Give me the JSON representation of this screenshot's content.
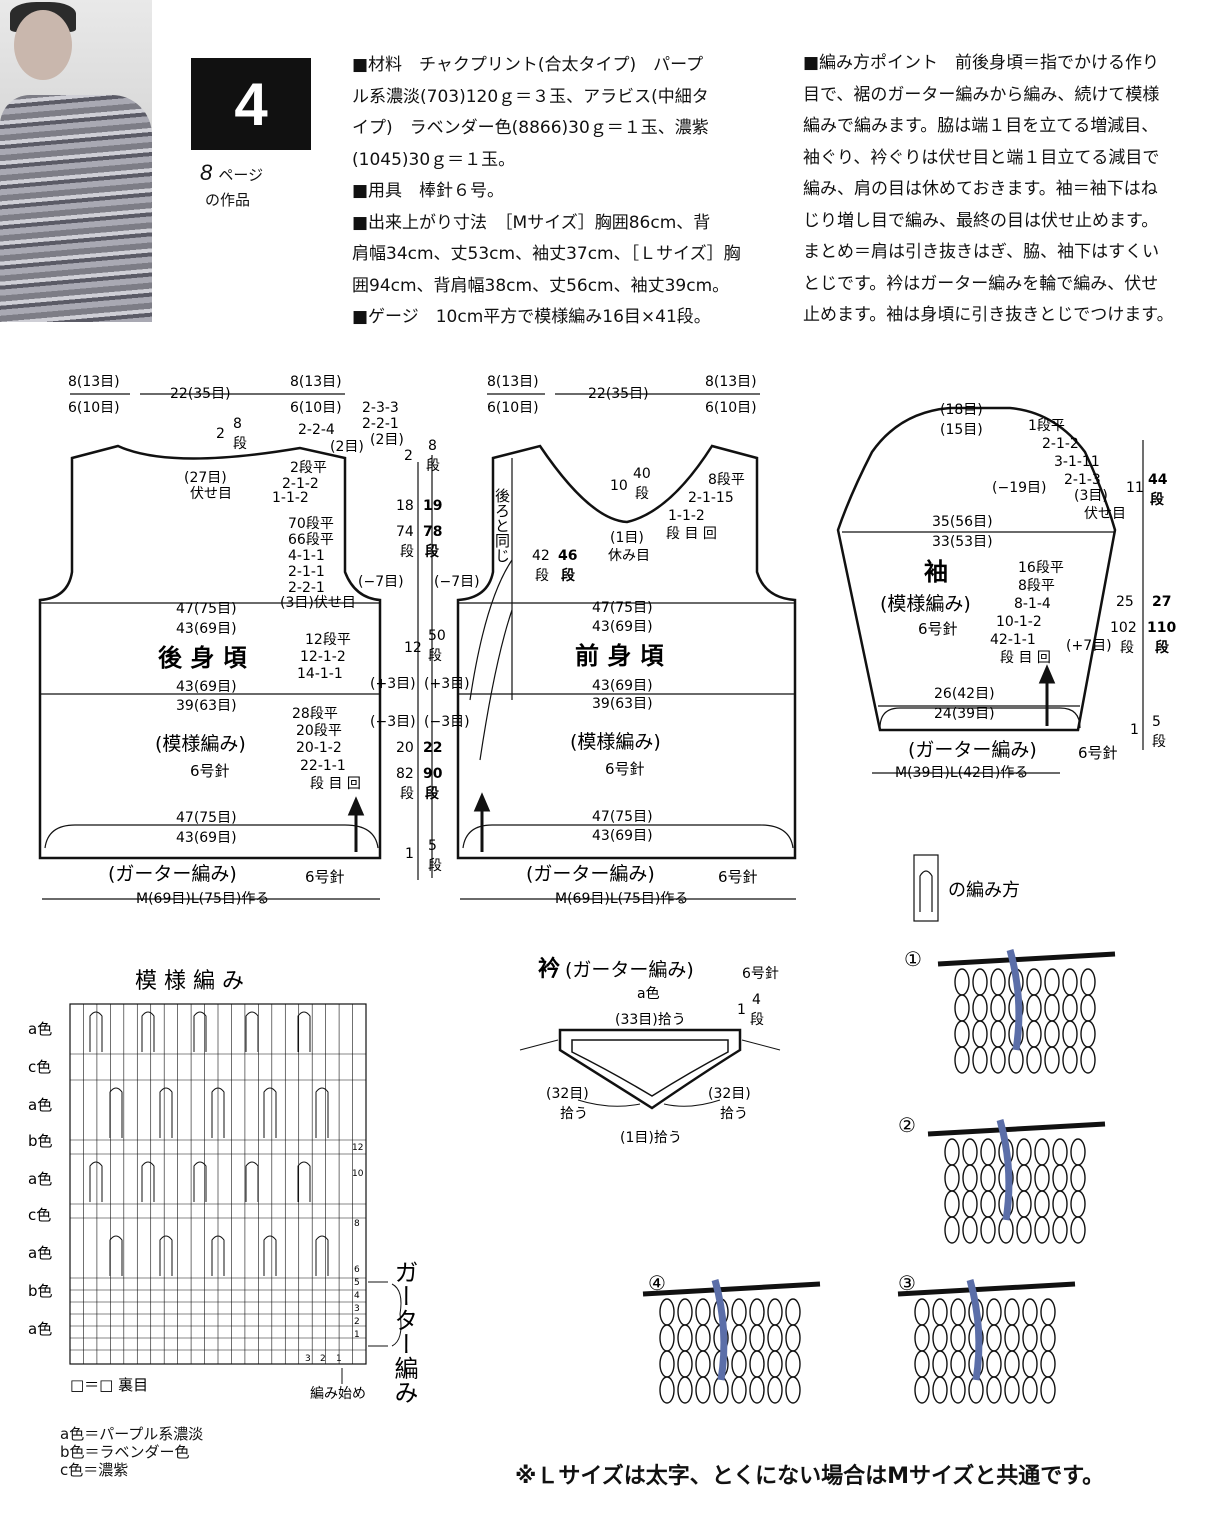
{
  "header": {
    "number": "4",
    "page_ref_num": "8",
    "page_ref_unit": "ページ",
    "page_ref_sub": "の作品"
  },
  "materials": {
    "lines": [
      "■材料　チャクプリント(合太タイプ)　パープ",
      "ル系濃淡(703)120ｇ＝３玉、アラビス(中細タ",
      "イプ)　ラベンダー色(8866)30ｇ＝１玉、濃紫",
      "(1045)30ｇ＝１玉。",
      "■用具　棒針６号。",
      "■出来上がり寸法　［Mサイズ］胸囲86cm、背",
      "肩幅34cm、丈53cm、袖丈37cm、［Ｌサイズ］胸",
      "囲94cm、背肩幅38cm、丈56cm、袖丈39cm。",
      "■ゲージ　10cm平方で模様編み16目×41段。"
    ]
  },
  "points": {
    "lines": [
      "■編み方ポイント　前後身頃＝指でかける作り",
      "目で、裾のガーター編みから編み、続けて模様",
      "編みで編みます。脇は端１目を立てる増減目、",
      "袖ぐり、衿ぐりは伏せ目と端１目立てる減目で",
      "編み、肩の目は休めておきます。袖＝袖下はね",
      "じり増し目で編み、最終の目は伏せ止めます。",
      "まとめ＝肩は引き抜きはぎ、脇、袖下はすくい",
      "とじです。衿はガーター編みを輪で編み、伏せ",
      "止めます。袖は身頃に引き抜きとじでつけます。"
    ]
  },
  "back": {
    "title": "後 身 頃",
    "pattern": "(模様編み)",
    "needle": "6号針",
    "garter": "(ガーター編み)",
    "garter_needle": "6号針",
    "cast_on": "M(69目)L(75目)作る",
    "top_left_L": "8(13目)",
    "top_left_M": "6(10目)",
    "top_mid": "22(35目)",
    "top_right_L": "8(13目)",
    "top_right_M": "6(10目)",
    "neck_bind": "(27目)",
    "neck_bind2": "伏せ目",
    "neck_rows": "2",
    "neck_rows2": "8",
    "neck_dan": "段",
    "neck_dec1": "2-2-4",
    "neck_dec2": "(2目)",
    "neck_dec3": "2段平",
    "neck_dec4": "2-1-2",
    "neck_dec5": "1-1-2",
    "shoulder1": "2-3-3",
    "shoulder2": "2-2-1",
    "shoulder3": "(2目)",
    "arm1": "70段平",
    "arm2": "66段平",
    "arm3": "4-1-1",
    "arm4": "2-1-1",
    "arm5": "2-2-1",
    "arm6": "(3目)伏せ目",
    "w1L": "47(75目)",
    "w1M": "43(69目)",
    "side1": "12段平",
    "side2": "12-1-2",
    "side3": "14-1-1",
    "w2L": "43(69目)",
    "w2M": "39(63目)",
    "side4": "28段平",
    "side5": "20段平",
    "side6": "20-1-2",
    "side7": "22-1-1",
    "side8": "段 目 回",
    "w3L": "47(75目)",
    "w3M": "43(69目)"
  },
  "center_dims": {
    "a1": "2",
    "a2": "8",
    "a3": "段",
    "b1": "18",
    "b2": "19",
    "b3": "74",
    "b4": "78",
    "b5": "段",
    "b6": "段",
    "c1": "(−7目)",
    "c2": "(−7目)",
    "d1": "12",
    "d2": "50",
    "d3": "段",
    "e1": "(+3目)",
    "e2": "(+3目)",
    "f1": "(−3目)",
    "f2": "(−3目)",
    "g1": "20",
    "g2": "22",
    "g3": "82",
    "g4": "90",
    "g5": "段",
    "g6": "段",
    "h1": "1",
    "h2": "5",
    "h3": "段"
  },
  "front": {
    "title": "前 身 頃",
    "pattern": "(模様編み)",
    "needle": "6号針",
    "garter": "(ガーター編み)",
    "garter_needle": "6号針",
    "cast_on": "M(69目)L(75目)作る",
    "top_left_L": "8(13目)",
    "top_left_M": "6(10目)",
    "top_mid": "22(35目)",
    "top_right_L": "8(13目)",
    "top_right_M": "6(10目)",
    "same_as_back": "後ろと同じ",
    "v_rows1": "10",
    "v_rows2": "40",
    "v_rows3": "段",
    "v1": "8段平",
    "v2": "2-1-15",
    "v3": "1-1-2",
    "v4": "段 目 回",
    "center1": "(1目)",
    "center2": "休み目",
    "side_r1": "42",
    "side_r2": "46",
    "side_r3": "段",
    "side_r4": "段",
    "w1L": "47(75目)",
    "w1M": "43(69目)",
    "w2L": "43(69目)",
    "w2M": "39(63目)",
    "w3L": "47(75目)",
    "w3M": "43(69目)"
  },
  "sleeve": {
    "title": "袖",
    "pattern": "(模様編み)",
    "needle": "6号針",
    "garter": "(ガーター編み)",
    "garter_needle": "6号針",
    "cast_on": "M(39目)L(42目)作る",
    "topL": "(18目)",
    "topM": "(15目)",
    "cap1": "1段平",
    "cap2": "2-1-2",
    "cap3": "3-1-11",
    "cap4": "2-1-3",
    "cap5": "(3目)",
    "cap6": "伏せ目",
    "cap_minus": "(−19目)",
    "cap_r1": "11",
    "cap_r2": "44",
    "cap_r3": "段",
    "w1L": "35(56目)",
    "w1M": "33(53目)",
    "inc1": "16段平",
    "inc2": "8段平",
    "inc3": "8-1-4",
    "inc4": "10-1-2",
    "inc5": "42-1-1",
    "inc6": "段 目 回",
    "inc_plus": "(+7目)",
    "len1": "25",
    "len2": "27",
    "len3": "102",
    "len4": "110",
    "len5": "段",
    "len6": "段",
    "w2L": "26(42目)",
    "w2M": "24(39目)",
    "g1": "1",
    "g2": "5",
    "g3": "段"
  },
  "collar": {
    "title": "衿",
    "sub": "(ガーター編み)",
    "needle": "6号針",
    "color": "a色",
    "rows1": "1",
    "rows2": "4",
    "rows3": "段",
    "back_pick": "(33目)拾う",
    "left_pick": "(32目)",
    "left_pick2": "拾う",
    "right_pick": "(32目)",
    "right_pick2": "拾う",
    "center_pick": "(1目)拾う"
  },
  "chart": {
    "title": "模 様 編 み",
    "rows": [
      "a色",
      "c色",
      "a色",
      "b色",
      "a色",
      "c色",
      "a色",
      "b色",
      "a色"
    ],
    "row_nums": [
      "12",
      "10",
      "8",
      "6",
      "5",
      "4",
      "3",
      "2",
      "1"
    ],
    "col_nums": [
      "3",
      "2",
      "1"
    ],
    "garter": "ガーター編み",
    "start": "編み始め",
    "key": "□＝□ 裏目"
  },
  "legend": {
    "a": "a色＝パープル系濃淡",
    "b": "b色＝ラベンダー色",
    "c": "c色＝濃紫"
  },
  "howto": {
    "title": "の編み方",
    "steps": [
      "①",
      "②",
      "③",
      "④"
    ]
  },
  "footnote": "※Ｌサイズは太字、とくにない場合はMサイズと共通です。"
}
